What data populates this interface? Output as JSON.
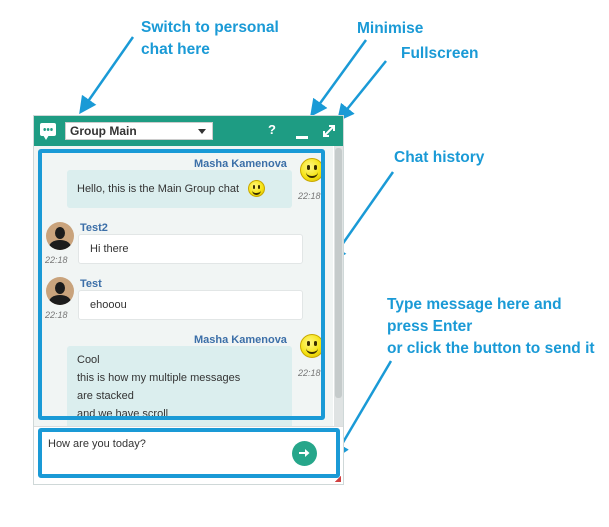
{
  "annotations": {
    "switch": "Switch to personal\nchat here",
    "minimise": "Minimise",
    "fullscreen": "Fullscreen",
    "history": "Chat history",
    "type": "Type message here and\npress Enter\nor click the button to send it"
  },
  "header": {
    "group_select": "Group Main",
    "help_label": "?"
  },
  "messages": [
    {
      "sender": "Masha Kamenova",
      "text": "Hello, this is the Main Group chat",
      "time": "22:18",
      "own": true,
      "emoji": "smiley-icon"
    },
    {
      "sender": "Test2",
      "text": "Hi there",
      "time": "22:18",
      "own": false
    },
    {
      "sender": "Test",
      "text": "ehooou",
      "time": "22:18",
      "own": false
    },
    {
      "sender": "Masha Kamenova",
      "lines": [
        "Cool",
        "this is how my multiple messages",
        "are stacked",
        "and we have scroll"
      ],
      "time": "22:18",
      "own": true
    }
  ],
  "input": {
    "value": "How are you today?",
    "send_icon": "arrow-right-icon"
  },
  "colors": {
    "header": "#1e9c83",
    "accent": "#1a9ad6",
    "send": "#26a68a"
  }
}
